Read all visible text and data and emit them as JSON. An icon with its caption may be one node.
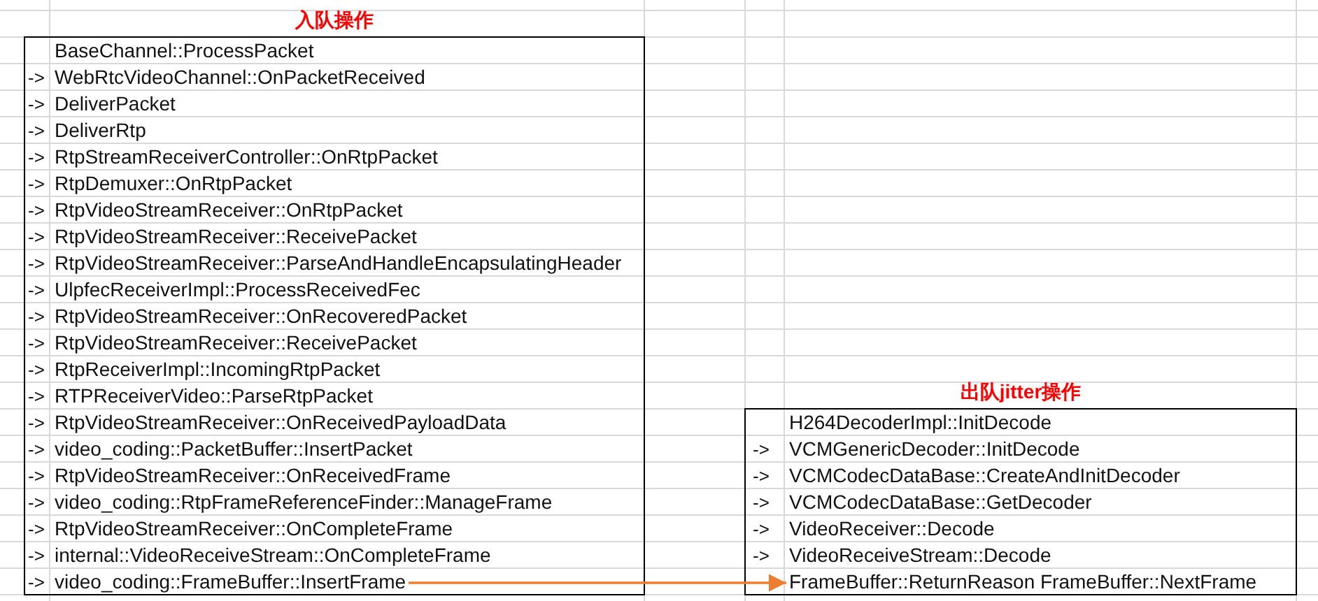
{
  "diagram": {
    "nodes": [
      {
        "text": [
          "入队操作"
        ]
      },
      {
        "text": [
          "BaseChannel::ProcessPacket"
        ],
        "in": 0
      },
      {
        "text": [
          "WebRtcVideoChannel::OnPacketReceived"
        ],
        "in": 0
      },
      {
        "text": [
          "DeliverPacket"
        ],
        "in": 0
      },
      {
        "text": [
          "DeliverRtp"
        ],
        "in": 0
      },
      {
        "text": [
          "RtpStreamReceiverController::OnRtpPacket"
        ],
        "in": 0
      },
      {
        "text": [
          "RtpDemuxer::OnRtpPacket"
        ],
        "in": 0
      },
      {
        "text": [
          "RtpVideoStreamReceiver::OnRtpPacket"
        ],
        "in": 0
      },
      {
        "text": [
          "RtpVideoStreamReceiver::ReceivePacket"
        ],
        "in": 0
      },
      {
        "text": [
          "RtpVideoStreamReceiver::ParseAndHandleEncapsulatingHeader"
        ],
        "in": 0
      },
      {
        "text": [
          "UlpfecReceiverImpl::ProcessReceivedFec"
        ],
        "in": 0
      },
      {
        "text": [
          "RtpVideoStreamReceiver::OnRecoveredPacket"
        ],
        "in": 0
      },
      {
        "text": [
          "RtpVideoStreamReceiver::ReceivePacket"
        ],
        "in": 0
      },
      {
        "text": [
          "RtpReceiverImpl::IncomingRtpPacket"
        ],
        "in": 0
      },
      {
        "text": [
          "RTPReceiverVideo::ParseRtpPacket"
        ],
        "in": 0
      },
      {
        "text": [
          "RtpVideoStreamReceiver::OnReceivedPayloadData"
        ],
        "in": 0
      },
      {
        "text": [
          "video_coding::PacketBuffer::InsertPacket"
        ],
        "in": 0
      },
      {
        "text": [
          "RtpVideoStreamReceiver::OnReceivedFrame"
        ],
        "in": 0
      },
      {
        "text": [
          "video_coding::RtpFrameReferenceFinder::ManageFrame"
        ],
        "in": 0
      },
      {
        "text": [
          "RtpVideoStreamReceiver::OnCompleteFrame"
        ],
        "in": 0
      },
      {
        "text": [
          "internal::VideoReceiveStream::OnCompleteFrame"
        ],
        "in": 0
      },
      {
        "text": [
          "video_coding::FrameBuffer::InsertFrame"
        ],
        "in": 0
      },
      {
        "text": [
          "出队jitter操作"
        ]
      },
      {
        "text": [
          "H264DecoderImpl::InitDecode"
        ],
        "in": 22
      },
      {
        "text": [
          "VCMGenericDecoder::InitDecode"
        ],
        "in": 22
      },
      {
        "text": [
          "VCMCodecDataBase::CreateAndInitDecoder"
        ],
        "in": 22
      },
      {
        "text": [
          "VCMCodecDataBase::GetDecoder"
        ],
        "in": 22
      },
      {
        "text": [
          "VideoReceiver::Decode"
        ],
        "in": 22
      },
      {
        "text": [
          "VideoReceiveStream::Decode"
        ],
        "in": 22
      },
      {
        "text": [
          "FrameBuffer::ReturnReason FrameBuffer::NextFrame"
        ],
        "in": 22
      }
    ],
    "edges": [
      {
        "from": 21,
        "to": 29,
        "arrow": "to",
        "color": "#ed7d31"
      }
    ],
    "labels": [
      "->",
      "->",
      "->",
      "->",
      "->",
      "->",
      "->",
      "->",
      "->",
      "->",
      "->",
      "->",
      "->",
      "->",
      "->",
      "->",
      "->",
      "->",
      "->",
      "->",
      "->",
      "->",
      "->",
      "->",
      "->"
    ]
  }
}
